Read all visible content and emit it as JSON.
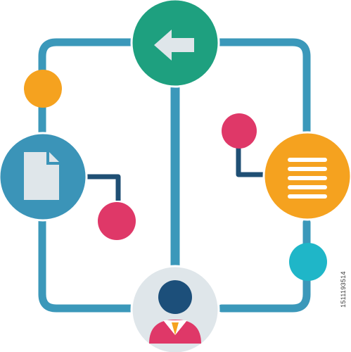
{
  "colors": {
    "connector": "#3b98ba",
    "connector_dark": "#1f4f74",
    "green": "#1ea07f",
    "orange": "#f5a21f",
    "blue": "#3b94b8",
    "pink": "#df3868",
    "cyan": "#1fb6c8",
    "pale": "#dfe6ea",
    "avatar_head": "#1c4f7a",
    "avatar_body": "#df3868",
    "avatar_tie": "#f5a21f"
  },
  "nodes": [
    {
      "id": "top",
      "icon": "arrow-left-icon",
      "fill": "green"
    },
    {
      "id": "left",
      "icon": "document-icon",
      "fill": "blue"
    },
    {
      "id": "right",
      "icon": "list-lines-icon",
      "fill": "orange"
    },
    {
      "id": "bottom",
      "icon": "user-avatar-icon",
      "fill": "pale"
    }
  ],
  "stock_id": "1511193514"
}
